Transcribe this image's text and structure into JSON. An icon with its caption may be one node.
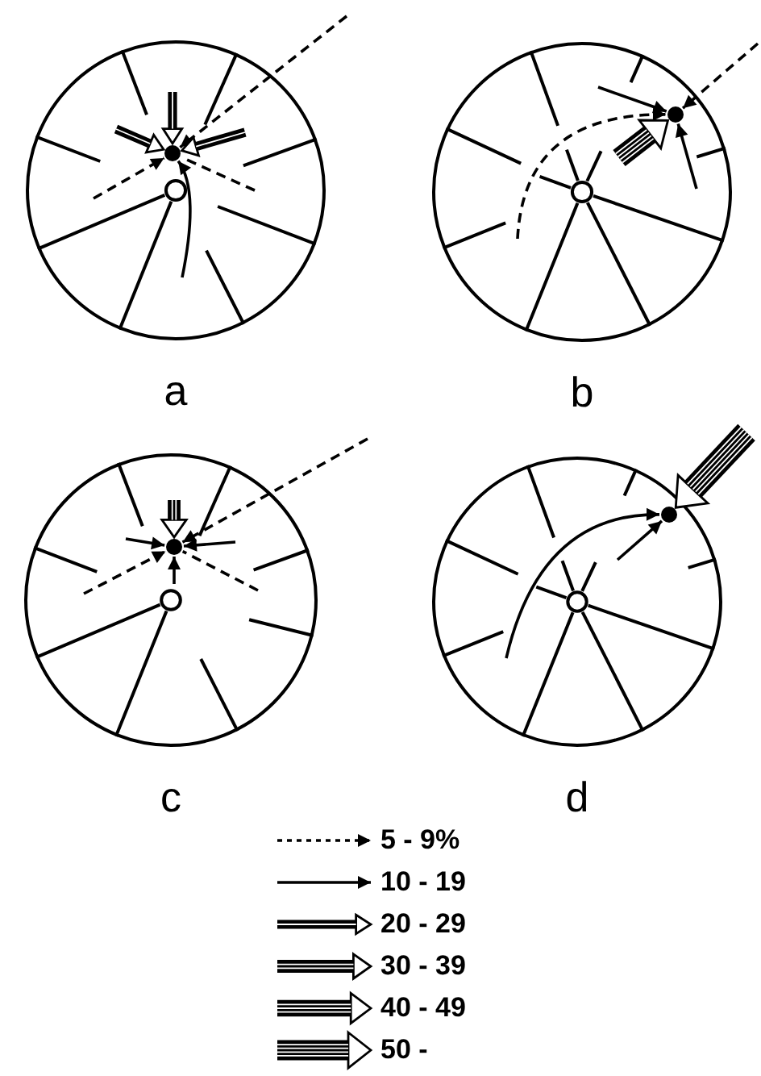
{
  "diagram": {
    "nodes": [
      {
        "text": [],
        "shape": "circle",
        "beside": [
          "a"
        ]
      },
      {
        "text": [],
        "shape": "circle",
        "in": 0
      },
      {
        "text": [],
        "shape": "circle",
        "beside": [
          "b"
        ]
      },
      {
        "text": [],
        "shape": "circle",
        "in": 2
      },
      {
        "text": [],
        "shape": "circle",
        "beside": [
          "c"
        ]
      },
      {
        "text": [],
        "shape": "circle",
        "in": 4
      },
      {
        "text": [],
        "shape": "circle",
        "beside": [
          "d"
        ]
      },
      {
        "text": [],
        "shape": "circle",
        "in": 6
      }
    ],
    "edges": [
      {
        "from": null,
        "to": 1,
        "arrow": "to",
        "style": "dashed"
      },
      {
        "from": null,
        "to": 1,
        "arrow": "to",
        "style": "dashed"
      },
      {
        "from": null,
        "to": 1,
        "arrow": "none",
        "style": "dashed"
      },
      {
        "from": null,
        "to": 1,
        "arrow": "to",
        "style": "thick"
      },
      {
        "from": null,
        "to": 1,
        "arrow": "to",
        "style": "thick"
      },
      {
        "from": null,
        "to": 1,
        "arrow": "to",
        "style": "thick"
      },
      {
        "from": null,
        "to": 1,
        "arrow": "to"
      },
      {
        "from": null,
        "to": 3,
        "arrow": "to",
        "style": "dashed"
      },
      {
        "from": null,
        "to": 3,
        "arrow": "to"
      },
      {
        "from": null,
        "to": 3,
        "arrow": "to",
        "style": "dashed"
      },
      {
        "from": null,
        "to": 3,
        "arrow": "to",
        "style": "thick"
      },
      {
        "from": null,
        "to": 3,
        "arrow": "to"
      },
      {
        "from": null,
        "to": 5,
        "arrow": "to",
        "style": "thick"
      },
      {
        "from": null,
        "to": 5,
        "arrow": "to",
        "style": "dashed"
      },
      {
        "from": null,
        "to": 5,
        "arrow": "to",
        "style": "dashed"
      },
      {
        "from": null,
        "to": 5,
        "arrow": "none",
        "style": "dashed"
      },
      {
        "from": null,
        "to": 5,
        "arrow": "to"
      },
      {
        "from": null,
        "to": 5,
        "arrow": "to"
      },
      {
        "from": null,
        "to": 5,
        "arrow": "to"
      },
      {
        "from": null,
        "to": 7,
        "arrow": "to",
        "style": "thick"
      },
      {
        "from": null,
        "to": 7,
        "arrow": "to"
      },
      {
        "from": null,
        "to": 7,
        "arrow": "to"
      }
    ],
    "legend": [
      {
        "text": "5 - 9%"
      },
      {
        "text": "10 - 19"
      },
      {
        "text": "20 - 29"
      },
      {
        "text": "30 - 39"
      },
      {
        "text": "40 - 49"
      },
      {
        "text": "50 -"
      }
    ]
  }
}
